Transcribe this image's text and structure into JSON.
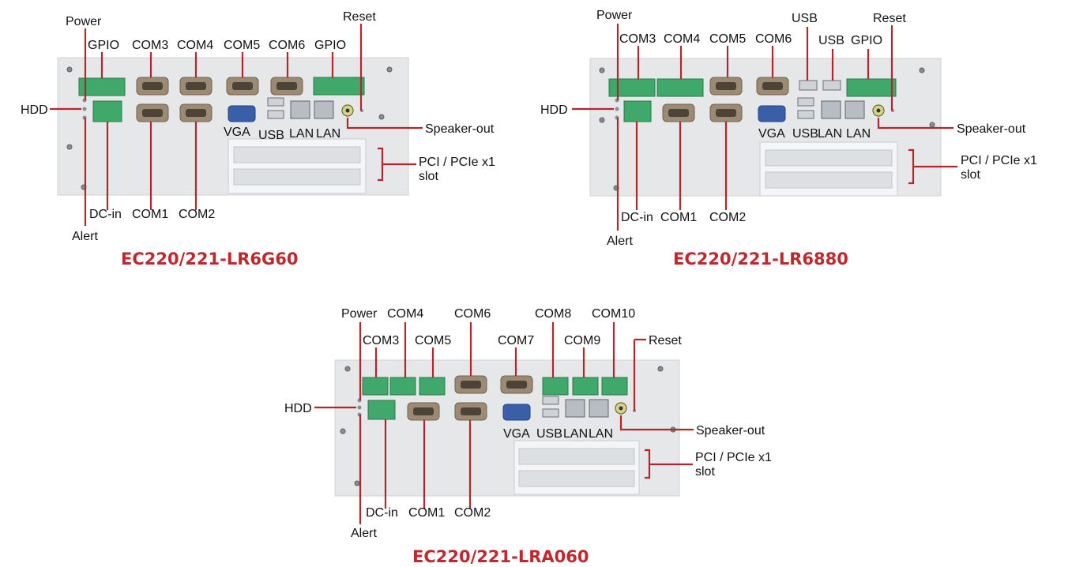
{
  "diagrams": [
    {
      "title": "EC220/221-LR6G60",
      "labels": {
        "power": "Power",
        "reset": "Reset",
        "gpio_a": "GPIO",
        "com3": "COM3",
        "com4": "COM4",
        "com5": "COM5",
        "com6": "COM6",
        "gpio_b": "GPIO",
        "hdd": "HDD",
        "vga": "VGA",
        "usb": "USB",
        "lan_a": "LAN",
        "lan_b": "LAN",
        "speaker": "Speaker-out",
        "pci_1": "PCI / PCIe x1",
        "pci_2": "slot",
        "dcin": "DC-in",
        "com1": "COM1",
        "com2": "COM2",
        "alert": "Alert"
      }
    },
    {
      "title": "EC220/221-LR6880",
      "labels": {
        "power": "Power",
        "usb_top_a": "USB",
        "reset": "Reset",
        "com3": "COM3",
        "com4": "COM4",
        "com5": "COM5",
        "com6": "COM6",
        "usb_top_b": "USB",
        "gpio": "GPIO",
        "hdd": "HDD",
        "vga": "VGA",
        "usb": "USB",
        "lan_a": "LAN",
        "lan_b": "LAN",
        "speaker": "Speaker-out",
        "pci_1": "PCI / PCIe x1",
        "pci_2": "slot",
        "dcin": "DC-in",
        "com1": "COM1",
        "com2": "COM2",
        "alert": "Alert"
      }
    },
    {
      "title": "EC220/221-LRA060",
      "labels": {
        "power": "Power",
        "com4": "COM4",
        "com6": "COM6",
        "com8": "COM8",
        "com10": "COM10",
        "com3": "COM3",
        "com5": "COM5",
        "com7": "COM7",
        "com9": "COM9",
        "reset": "Reset",
        "hdd": "HDD",
        "vga": "VGA",
        "usb": "USB",
        "lan_a": "LAN",
        "lan_b": "LAN",
        "speaker": "Speaker-out",
        "pci_1": "PCI / PCIe x1",
        "pci_2": "slot",
        "dcin": "DC-in",
        "com1": "COM1",
        "com2": "COM2",
        "alert": "Alert"
      }
    }
  ]
}
